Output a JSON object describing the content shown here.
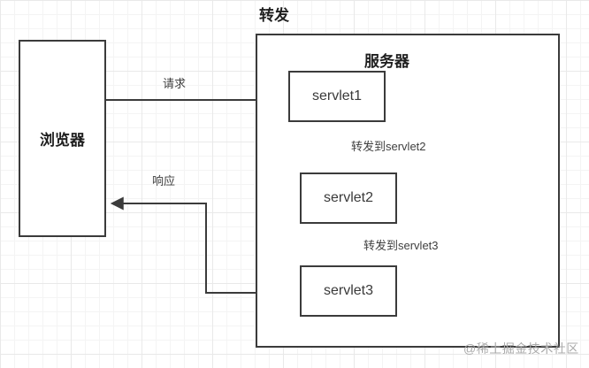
{
  "diagram": {
    "title": "转发",
    "browser": {
      "label": "浏览器"
    },
    "server": {
      "label": "服务器"
    },
    "servlets": [
      {
        "label": "servlet1"
      },
      {
        "label": "servlet2"
      },
      {
        "label": "servlet3"
      }
    ],
    "edges": {
      "request": {
        "label": "请求",
        "from": "浏览器",
        "to": "servlet1"
      },
      "forward_to_servlet2": {
        "label": "转发到servlet2",
        "from": "servlet1",
        "to": "servlet2"
      },
      "forward_to_servlet3": {
        "label": "转发到servlet3",
        "from": "servlet2",
        "to": "servlet3"
      },
      "response": {
        "label": "响应",
        "from": "servlet3",
        "to": "浏览器"
      }
    },
    "colors": {
      "line": "#3b3b3b",
      "box_border": "#3b3b3b",
      "connection_dot": "#b85450",
      "grid": "#f0f0f0",
      "watermark": "#aaaaaa"
    }
  },
  "watermark": "@稀土掘金技术社区"
}
